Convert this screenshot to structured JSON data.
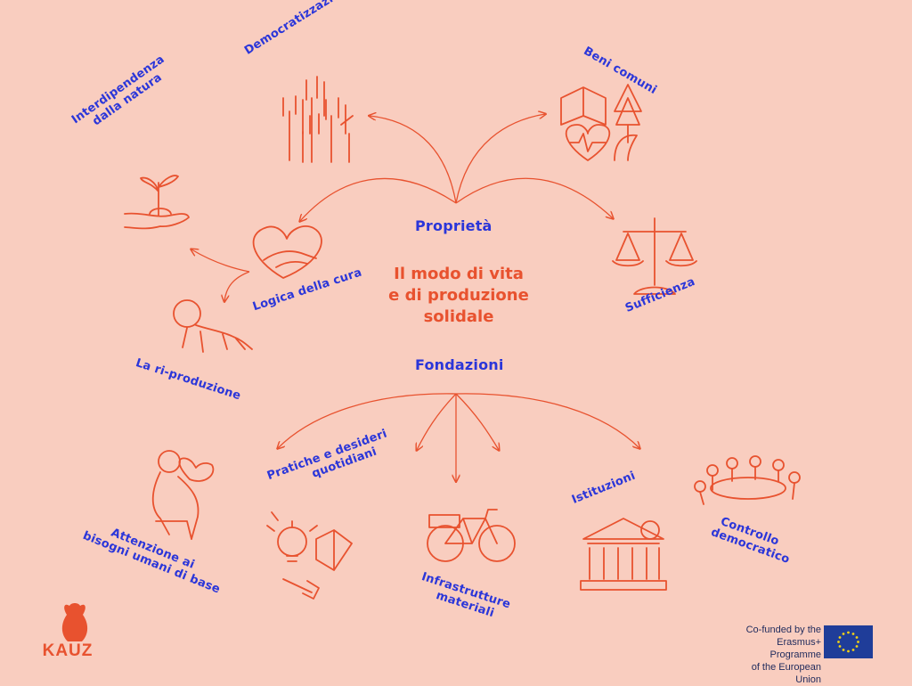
{
  "center_title": [
    "Il modo di vita",
    "e di produzione",
    "solidale"
  ],
  "branches": {
    "top": "Proprietà",
    "bottom": "Fondazioni"
  },
  "nodes": {
    "democratizzazione": "Democratizzazione",
    "beni_comuni": "Beni comuni",
    "interdipendenza": [
      "Interdipendenza",
      "dalla natura"
    ],
    "logica_cura": "Logica della cura",
    "sufficienza": "Sufficienza",
    "riproduzione": "La ri-produzione",
    "attenzione": [
      "Attenzione ai",
      "bisogni umani di base"
    ],
    "pratiche": [
      "Pratiche e desideri",
      "quotidiani"
    ],
    "infrastrutture": [
      "Infrastrutture",
      "materiali"
    ],
    "istituzioni": "Istituzioni",
    "controllo": [
      "Controllo",
      "democratico"
    ]
  },
  "logo": {
    "name": "KAUZ",
    "icon": "owl-icon"
  },
  "funding": {
    "lines": [
      "Co-funded by the",
      "Erasmus+ Programme",
      "of the European Union"
    ],
    "icon": "eu-flag-icon"
  },
  "colors": {
    "background": "#f9cdbf",
    "lines": "#e8522f",
    "labels": "#2b36d9",
    "center": "#e8522f"
  }
}
